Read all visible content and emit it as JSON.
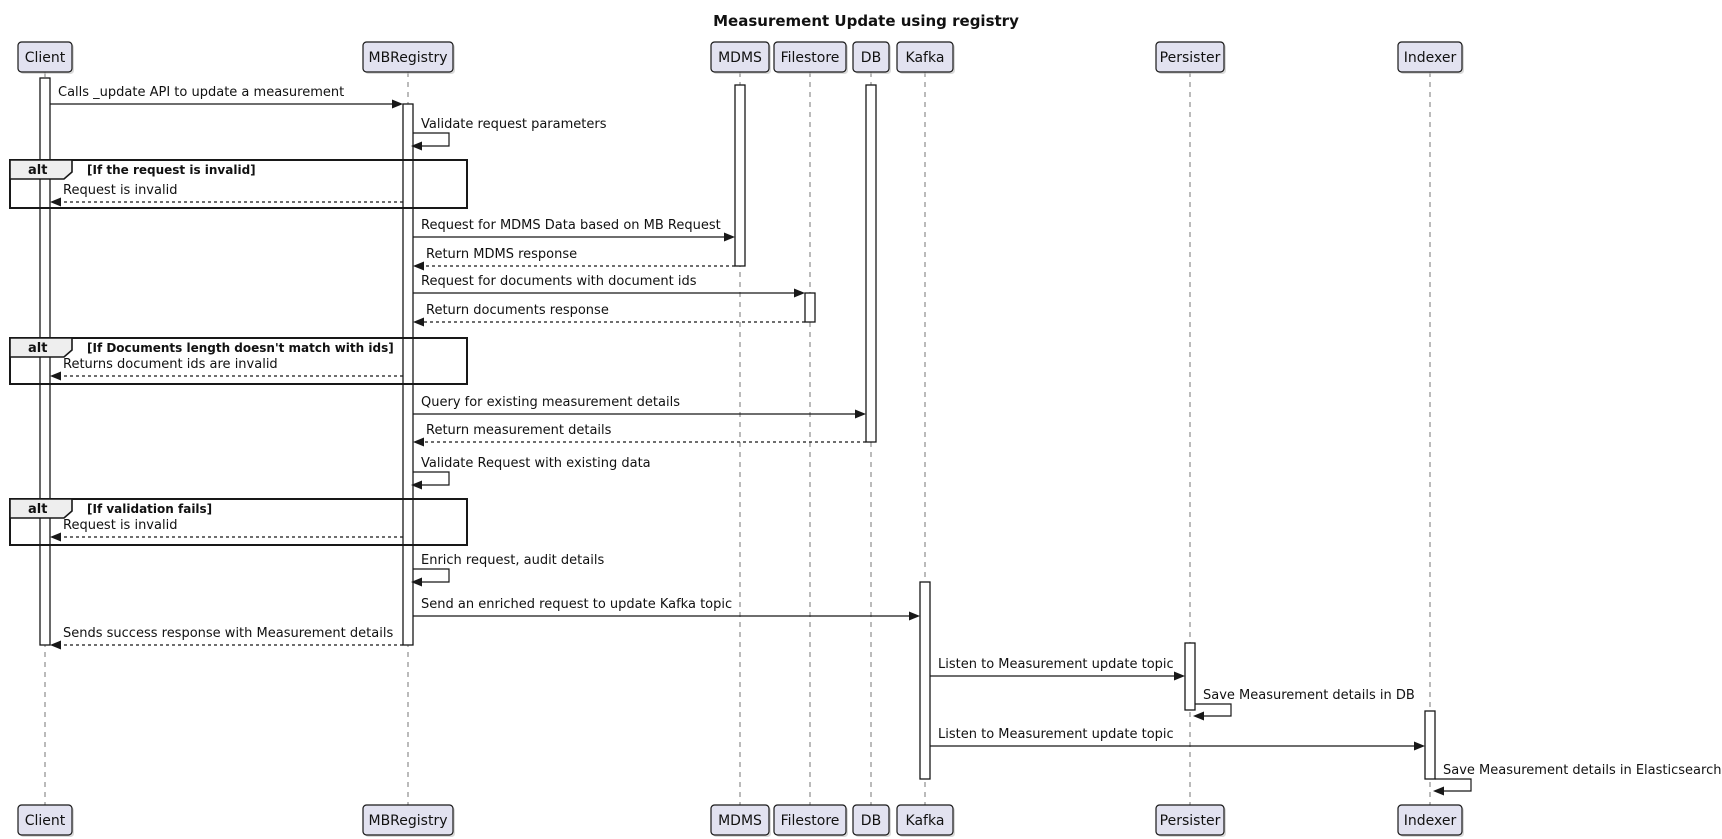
{
  "title": "Measurement Update using registry",
  "participants": [
    {
      "name": "Client"
    },
    {
      "name": "MBRegistry"
    },
    {
      "name": "MDMS"
    },
    {
      "name": "Filestore"
    },
    {
      "name": "DB"
    },
    {
      "name": "Kafka"
    },
    {
      "name": "Persister"
    },
    {
      "name": "Indexer"
    }
  ],
  "frames": [
    {
      "operator": "alt",
      "guard": "[If the request is invalid]"
    },
    {
      "operator": "alt",
      "guard": "[If Documents length doesn't match with ids]"
    },
    {
      "operator": "alt",
      "guard": "[If validation fails]"
    }
  ],
  "messages": [
    {
      "from": "Client",
      "to": "MBRegistry",
      "label": "Calls _update API to update a measurement",
      "kind": "solid"
    },
    {
      "from": "MBRegistry",
      "to": "MBRegistry",
      "label": "Validate request parameters",
      "kind": "self"
    },
    {
      "from": "MBRegistry",
      "to": "Client",
      "label": "Request is invalid",
      "kind": "return"
    },
    {
      "from": "MBRegistry",
      "to": "MDMS",
      "label": "Request for MDMS Data based on MB Request",
      "kind": "solid"
    },
    {
      "from": "MDMS",
      "to": "MBRegistry",
      "label": "Return MDMS response",
      "kind": "return"
    },
    {
      "from": "MBRegistry",
      "to": "Filestore",
      "label": "Request for documents with document ids",
      "kind": "solid"
    },
    {
      "from": "Filestore",
      "to": "MBRegistry",
      "label": "Return documents response",
      "kind": "return"
    },
    {
      "from": "MBRegistry",
      "to": "Client",
      "label": "Returns document ids are invalid",
      "kind": "return"
    },
    {
      "from": "MBRegistry",
      "to": "DB",
      "label": "Query for existing measurement details",
      "kind": "solid"
    },
    {
      "from": "DB",
      "to": "MBRegistry",
      "label": "Return measurement details",
      "kind": "return"
    },
    {
      "from": "MBRegistry",
      "to": "MBRegistry",
      "label": "Validate Request with existing data",
      "kind": "self"
    },
    {
      "from": "MBRegistry",
      "to": "Client",
      "label": "Request is invalid",
      "kind": "return"
    },
    {
      "from": "MBRegistry",
      "to": "MBRegistry",
      "label": "Enrich request, audit details",
      "kind": "self"
    },
    {
      "from": "MBRegistry",
      "to": "Kafka",
      "label": "Send an enriched request to update Kafka topic",
      "kind": "solid"
    },
    {
      "from": "MBRegistry",
      "to": "Client",
      "label": "Sends success response with Measurement details",
      "kind": "return"
    },
    {
      "from": "Kafka",
      "to": "Persister",
      "label": "Listen to Measurement update topic",
      "kind": "solid"
    },
    {
      "from": "Persister",
      "to": "Persister",
      "label": "Save Measurement details in DB",
      "kind": "self"
    },
    {
      "from": "Kafka",
      "to": "Indexer",
      "label": "Listen to Measurement update topic",
      "kind": "solid"
    },
    {
      "from": "Indexer",
      "to": "Indexer",
      "label": "Save Measurement details in Elasticsearch",
      "kind": "self"
    }
  ],
  "colors": {
    "participant_fill": "#E2E2F0",
    "border": "#181818",
    "lifeline": "#777777",
    "frame_operator_fill": "#EEEEEE",
    "background": "#FFFFFF"
  }
}
